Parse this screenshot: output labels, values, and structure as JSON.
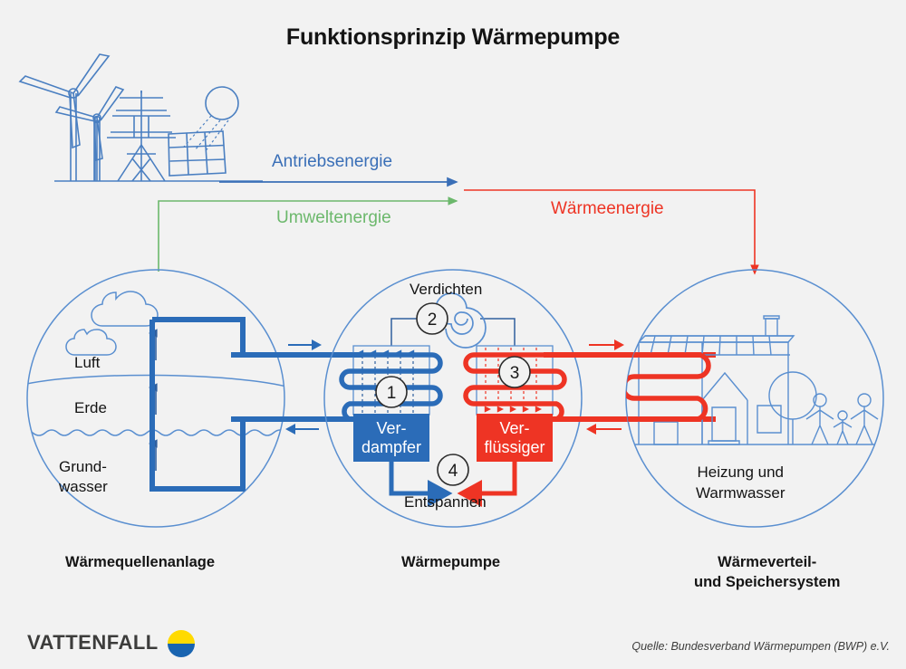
{
  "title": "Funktionsprinzip Wärmepumpe",
  "background_color": "#f2f2f2",
  "colors": {
    "blue": "#2b6cb8",
    "light_blue": "#5a8fd0",
    "red": "#ee3424",
    "green": "#6cb86c",
    "text": "#141414",
    "logo_yellow": "#ffda00",
    "logo_blue": "#1964b0"
  },
  "flows": [
    {
      "name": "drive-energy",
      "label": "Antriebsenergie",
      "color": "#3a6fb7"
    },
    {
      "name": "environment-energy",
      "label": "Umweltenergie",
      "color": "#6cb86c"
    },
    {
      "name": "heat-energy",
      "label": "Wärmeenergie",
      "color": "#ee3424"
    }
  ],
  "source_circle": {
    "caption": "Wärmequellenanlage",
    "layers": [
      "Luft",
      "Erde",
      "Grund-",
      "wasser"
    ],
    "layer_air": "Luft",
    "layer_earth": "Erde",
    "layer_water_line1": "Grund-",
    "layer_water_line2": "wasser"
  },
  "pump_circle": {
    "caption": "Wärmepumpe",
    "top_label": "Verdichten",
    "bottom_label": "Entspannen",
    "evaporator_line1": "Ver-",
    "evaporator_line2": "dampfer",
    "condenser_line1": "Ver-",
    "condenser_line2": "flüssiger",
    "steps": [
      "1",
      "2",
      "3",
      "4"
    ],
    "step1": "1",
    "step2": "2",
    "step3": "3",
    "step4": "4"
  },
  "distribution_circle": {
    "caption_line1": "Wärmeverteil-",
    "caption_line2": "und Speichersystem",
    "inner_label_line1": "Heizung und",
    "inner_label_line2": "Warmwasser"
  },
  "footer": {
    "brand": "VATTENFALL",
    "source": "Quelle: Bundesverband Wärmepumpen (BWP) e.V."
  }
}
